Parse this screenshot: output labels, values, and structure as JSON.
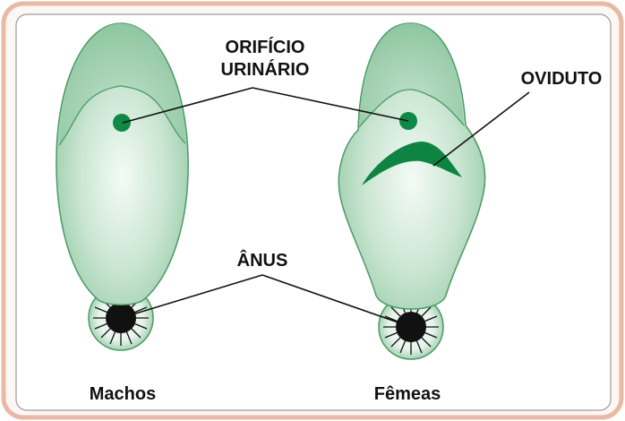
{
  "labels": {
    "urinary_line1": "ORIFÍCIO",
    "urinary_line2": "URINÁRIO",
    "oviduct": "OVIDUTO",
    "anus": "ÂNUS",
    "male": "Machos",
    "female": "Fêmeas"
  },
  "colors": {
    "frame_border": "#e8b9a4",
    "inner_border": "#9b9b9b",
    "body_light": "#eef7f0",
    "body_mid": "#b9dcc3",
    "body_dark": "#8cc59f",
    "outline": "#4a9a66",
    "dot": "#0e8a45",
    "oviduct": "#0f8442",
    "anus_fill": "#111111",
    "leader": "#111111"
  },
  "icons": {
    "male_body": "male-specimen-shape",
    "female_body": "female-specimen-shape",
    "anus": "anus-ring-icon",
    "urinary_opening": "urinary-opening-dot",
    "oviduct": "oviduct-crescent"
  }
}
